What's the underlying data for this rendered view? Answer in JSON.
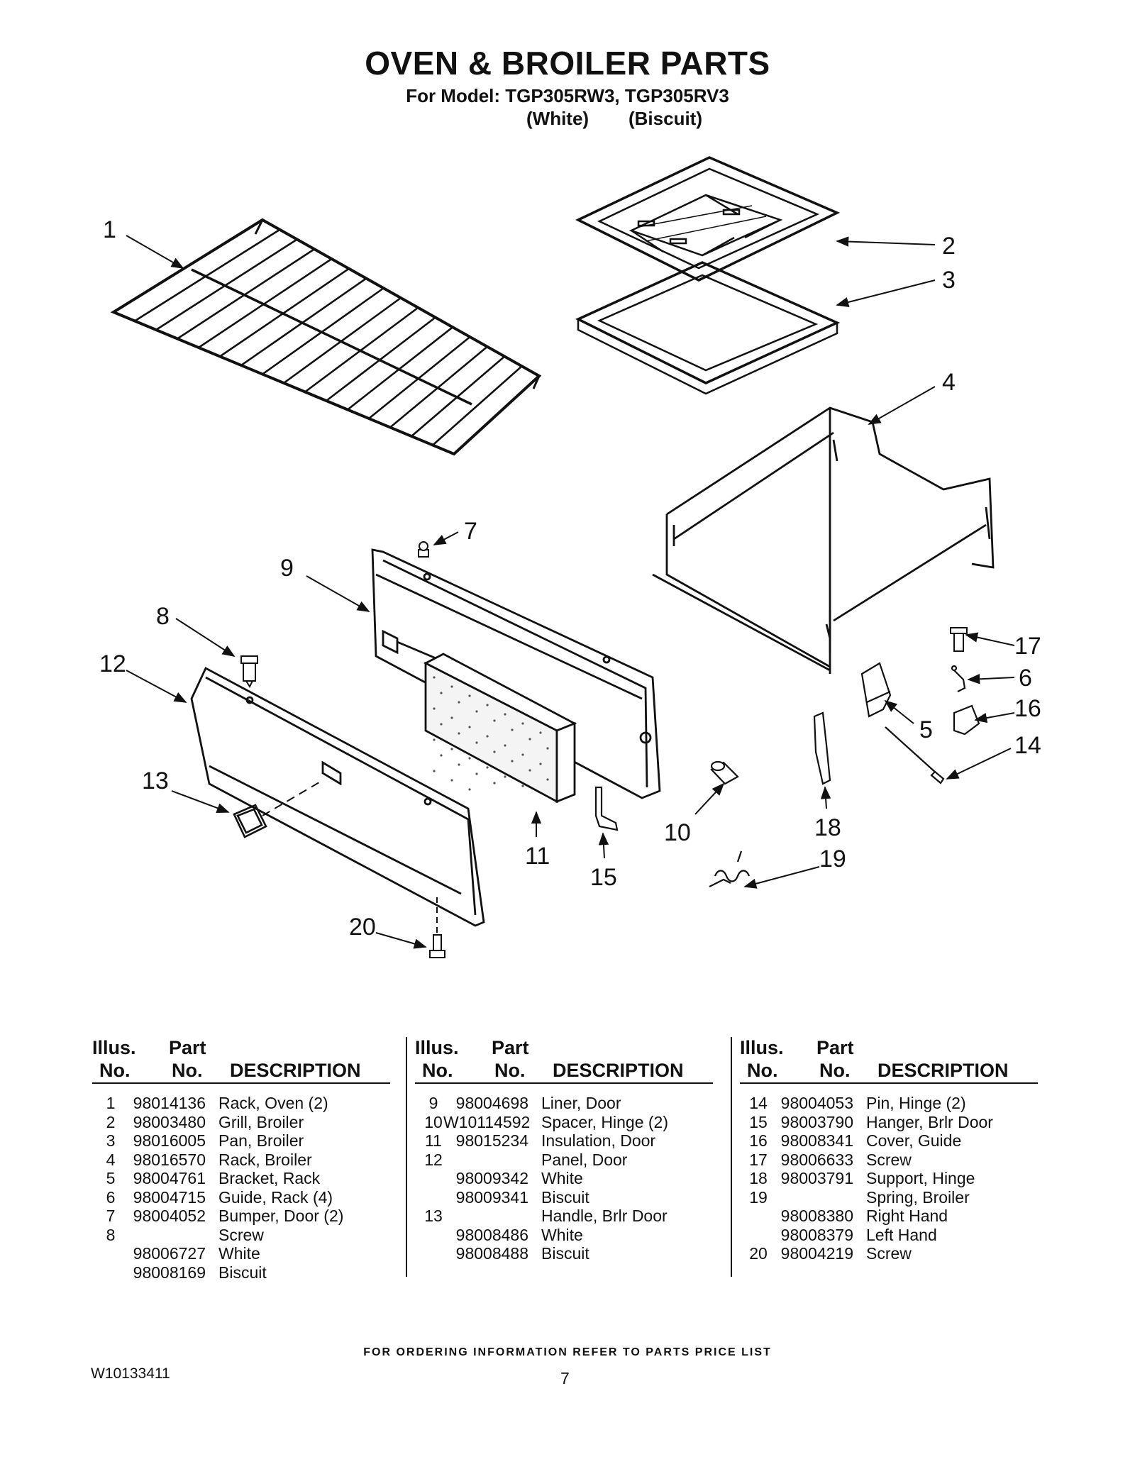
{
  "header": {
    "title": "OVEN & BROILER PARTS",
    "model_line": "For Model: TGP305RW3, TGP305RV3",
    "color_1": "(White)",
    "color_2": "(Biscuit)"
  },
  "callouts": [
    "1",
    "2",
    "3",
    "4",
    "5",
    "6",
    "7",
    "8",
    "9",
    "10",
    "11",
    "12",
    "13",
    "14",
    "15",
    "16",
    "17",
    "18",
    "19",
    "20"
  ],
  "table_header": {
    "illus_line1": "Illus.",
    "illus_line2": "No.",
    "part_line1": "Part",
    "part_line2": "No.",
    "description": "DESCRIPTION"
  },
  "tables": [
    [
      {
        "illus": "1",
        "part": "98014136",
        "desc": "Rack, Oven (2)"
      },
      {
        "illus": "2",
        "part": "98003480",
        "desc": "Grill, Broiler"
      },
      {
        "illus": "3",
        "part": "98016005",
        "desc": "Pan, Broiler"
      },
      {
        "illus": "4",
        "part": "98016570",
        "desc": "Rack, Broiler"
      },
      {
        "illus": "5",
        "part": "98004761",
        "desc": "Bracket, Rack"
      },
      {
        "illus": "6",
        "part": "98004715",
        "desc": "Guide, Rack (4)"
      },
      {
        "illus": "7",
        "part": "98004052",
        "desc": "Bumper, Door (2)"
      },
      {
        "illus": "8",
        "part": "",
        "desc": "Screw"
      },
      {
        "illus": "",
        "part": "98006727",
        "desc": "White"
      },
      {
        "illus": "",
        "part": "98008169",
        "desc": "Biscuit"
      }
    ],
    [
      {
        "illus": "9",
        "part": "98004698",
        "desc": "Liner, Door"
      },
      {
        "illus": "10",
        "part": "W10114592",
        "desc": "Spacer, Hinge (2)"
      },
      {
        "illus": "11",
        "part": "98015234",
        "desc": "Insulation, Door"
      },
      {
        "illus": "12",
        "part": "",
        "desc": "Panel, Door"
      },
      {
        "illus": "",
        "part": "98009342",
        "desc": "White"
      },
      {
        "illus": "",
        "part": "98009341",
        "desc": "Biscuit"
      },
      {
        "illus": "13",
        "part": "",
        "desc": "Handle, Brlr Door"
      },
      {
        "illus": "",
        "part": "98008486",
        "desc": "White"
      },
      {
        "illus": "",
        "part": "98008488",
        "desc": "Biscuit"
      }
    ],
    [
      {
        "illus": "14",
        "part": "98004053",
        "desc": "Pin, Hinge (2)"
      },
      {
        "illus": "15",
        "part": "98003790",
        "desc": "Hanger, Brlr Door"
      },
      {
        "illus": "16",
        "part": "98008341",
        "desc": "Cover, Guide"
      },
      {
        "illus": "17",
        "part": "98006633",
        "desc": "Screw"
      },
      {
        "illus": "18",
        "part": "98003791",
        "desc": "Support, Hinge"
      },
      {
        "illus": "19",
        "part": "",
        "desc": "Spring, Broiler"
      },
      {
        "illus": "",
        "part": "98008380",
        "desc": "Right Hand"
      },
      {
        "illus": "",
        "part": "98008379",
        "desc": "Left Hand"
      },
      {
        "illus": "20",
        "part": "98004219",
        "desc": "Screw"
      }
    ]
  ],
  "footer": {
    "ordering_note": "FOR ORDERING INFORMATION REFER TO PARTS PRICE LIST",
    "doc_number": "W10133411",
    "page_number": "7"
  }
}
